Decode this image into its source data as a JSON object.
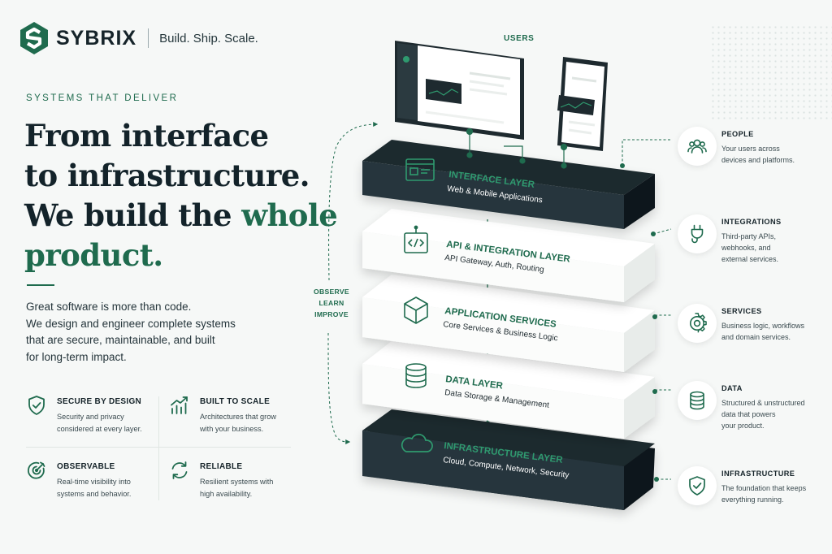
{
  "brand": {
    "name": "SYBRIX",
    "tagline": "Build. Ship. Scale."
  },
  "hero": {
    "eyebrow": "SYSTEMS THAT DELIVER",
    "headline_lines": [
      "From interface",
      "to infrastructure.",
      "We build the "
    ],
    "headline_accent": "whole",
    "headline_end": "product.",
    "intro_lines": [
      "Great software is more than code.",
      "We design and engineer complete systems",
      "that are secure, maintainable, and built",
      "for long-term impact."
    ]
  },
  "features": [
    {
      "title": "SECURE BY DESIGN",
      "lines": [
        "Security and privacy",
        "considered at every layer."
      ],
      "icon": "shield-check-icon"
    },
    {
      "title": "BUILT TO SCALE",
      "lines": [
        "Architectures that grow",
        "with your business."
      ],
      "icon": "bar-chart-growth-icon"
    },
    {
      "title": "OBSERVABLE",
      "lines": [
        "Real-time visibility into",
        "systems and behavior."
      ],
      "icon": "target-icon"
    },
    {
      "title": "RELIABLE",
      "lines": [
        "Resilient systems with",
        "high availability."
      ],
      "icon": "refresh-cycle-icon"
    }
  ],
  "diagram": {
    "users_label": "USERS",
    "loop": [
      "OBSERVE",
      "LEARN",
      "IMPROVE"
    ],
    "layers": [
      {
        "title": "INTERFACE LAYER",
        "subtitle": "Web & Mobile Applications",
        "theme": "dark",
        "icon": "browser-window-icon"
      },
      {
        "title": "API & INTEGRATION LAYER",
        "subtitle": "API Gateway, Auth, Routing",
        "theme": "light",
        "icon": "code-brackets-icon"
      },
      {
        "title": "APPLICATION SERVICES",
        "subtitle": "Core Services & Business Logic",
        "theme": "light",
        "icon": "cube-icon"
      },
      {
        "title": "DATA LAYER",
        "subtitle": "Data Storage & Management",
        "theme": "light",
        "icon": "database-icon"
      },
      {
        "title": "INFRASTRUCTURE LAYER",
        "subtitle": "Cloud, Compute, Network, Security",
        "theme": "dark",
        "icon": "cloud-icon"
      }
    ]
  },
  "cards": [
    {
      "title": "PEOPLE",
      "lines": [
        "Your users across",
        "devices and platforms."
      ],
      "icon": "people-icon"
    },
    {
      "title": "INTEGRATIONS",
      "lines": [
        "Third-party APIs,",
        "webhooks, and",
        "external services."
      ],
      "icon": "plug-icon"
    },
    {
      "title": "SERVICES",
      "lines": [
        "Business logic, workflows",
        "and domain services."
      ],
      "icon": "gear-icon"
    },
    {
      "title": "DATA",
      "lines": [
        "Structured & unstructured",
        "data that powers",
        "your product."
      ],
      "icon": "database-icon"
    },
    {
      "title": "INFRASTRUCTURE",
      "lines": [
        "The foundation that keeps",
        "everything running."
      ],
      "icon": "shield-check-icon"
    }
  ],
  "colors": {
    "accent": "#1f6b4e",
    "dark_layer": "#1e2a2f",
    "text": "#16242a",
    "background": "#f6f8f7"
  }
}
